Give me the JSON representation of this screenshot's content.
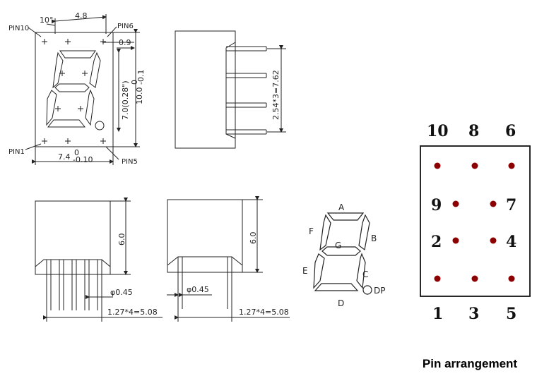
{
  "front_view": {
    "pin10": "PIN10",
    "pin6": "PIN6",
    "pin1": "PIN1",
    "pin5": "PIN5",
    "angle": "10°",
    "width_top": "4.8",
    "offset": "0.9",
    "char_height": "7.0(0.28\")",
    "height_main": "10.0",
    "height_tol_upper": "0",
    "height_tol_lower": "-0.1",
    "width_main": "7.4",
    "width_tol_upper": "0",
    "width_tol_lower": "-0.10"
  },
  "side_view": {
    "pitch": "2.54*3=7.62"
  },
  "bottom_views": {
    "height_left": "6.0",
    "height_right": "6.0",
    "pin_dia_left": "φ0.45",
    "pin_dia_right": "φ0.45",
    "spacing_left": "1.27*4=5.08",
    "spacing_right": "1.27*4=5.08"
  },
  "segments": {
    "a": "A",
    "b": "B",
    "c": "C",
    "d": "D",
    "e": "E",
    "f": "F",
    "g": "G",
    "dp": "DP"
  },
  "pin_arrangement": {
    "top": [
      "10",
      "8",
      "6"
    ],
    "mid_left": [
      "9",
      "2"
    ],
    "mid_right": [
      "7",
      "4"
    ],
    "bottom": [
      "1",
      "3",
      "5"
    ],
    "title": "Pin arrangement",
    "dot_color": "#8b0000"
  }
}
